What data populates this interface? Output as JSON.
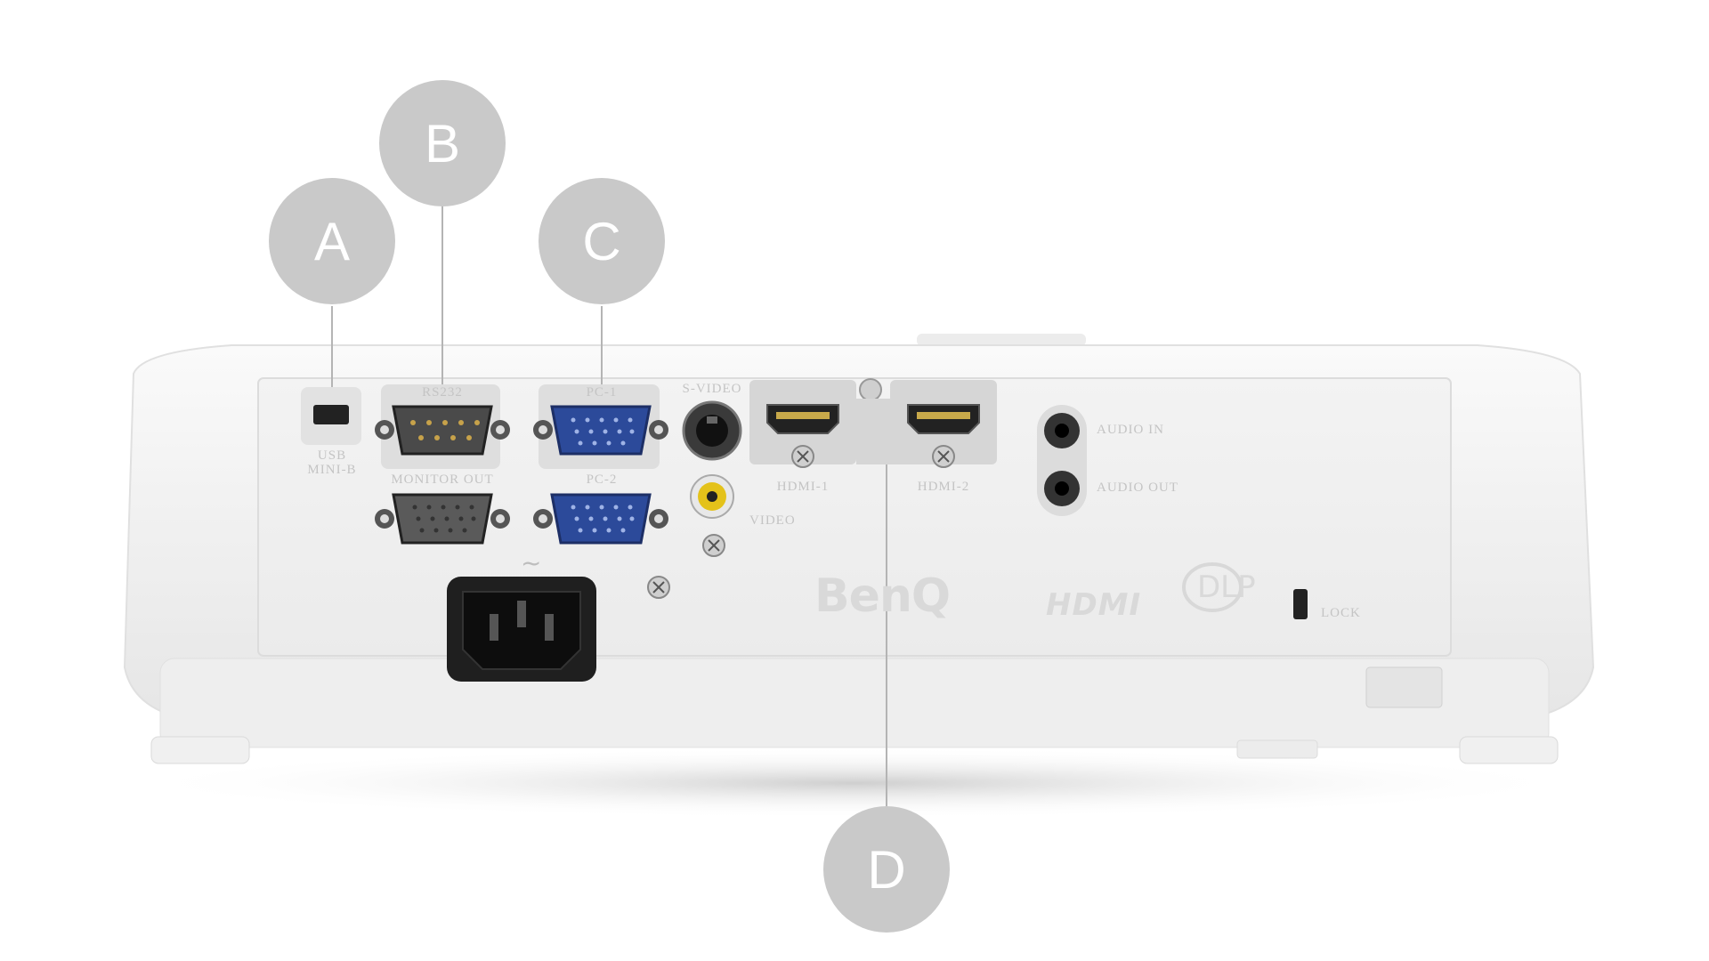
{
  "callouts": [
    {
      "key": "a",
      "letter": "A"
    },
    {
      "key": "b",
      "letter": "B"
    },
    {
      "key": "c",
      "letter": "C"
    },
    {
      "key": "d",
      "letter": "D"
    }
  ],
  "port_labels": {
    "usb": "USB MINI-B",
    "rs232": "RS232",
    "monitor_out": "MONITOR OUT",
    "pc1": "PC-1",
    "pc2": "PC-2",
    "svideo": "S-VIDEO",
    "video": "VIDEO",
    "hdmi1": "HDMI-1",
    "hdmi2": "HDMI-2",
    "audio_in": "AUDIO IN",
    "audio_out": "AUDIO OUT",
    "lock": "LOCK"
  },
  "branding": {
    "maker": "BenQ",
    "hdmi_logo": "HDMI",
    "dlp_logo": "DLP"
  },
  "colors": {
    "callout": "#c9c9c9",
    "vga_blue": "#2c4a9a",
    "body": "#f1f1f1"
  }
}
